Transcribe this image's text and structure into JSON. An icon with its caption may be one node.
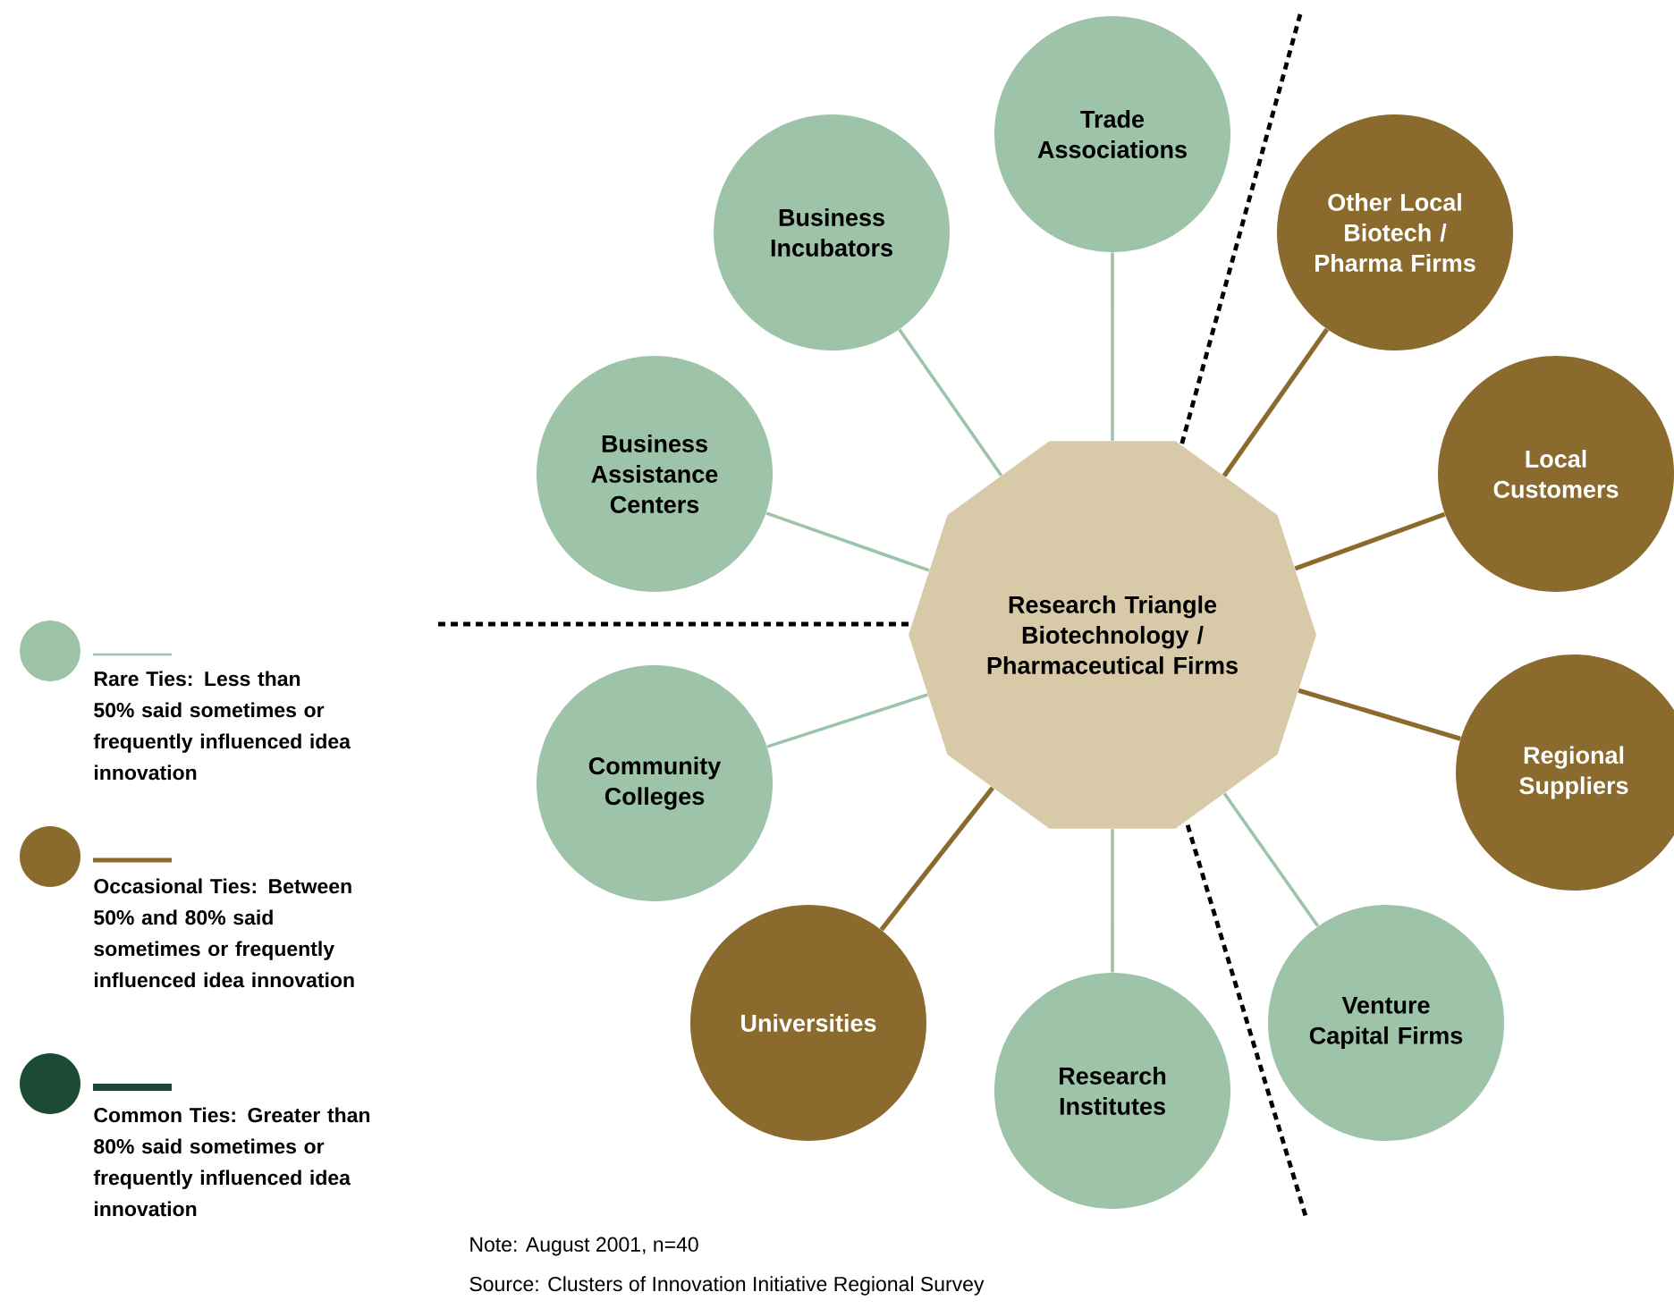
{
  "diagram": {
    "nodes": [
      {
        "text": [
          "Trade Associations"
        ]
      },
      {
        "text": [
          "Business Incubators"
        ]
      },
      {
        "text": [
          "Other Local Biotech / Pharma Firms"
        ]
      },
      {
        "text": [
          "Business Assistance Centers"
        ]
      },
      {
        "text": [
          "Local Customers"
        ]
      },
      {
        "text": [
          "Research Triangle Biotechnology / Pharmaceutical Firms"
        ]
      },
      {
        "text": [
          "Community Colleges"
        ]
      },
      {
        "text": [
          "Regional Suppliers"
        ]
      },
      {
        "text": [
          "Universities"
        ]
      },
      {
        "text": [
          "Venture Capital Firms"
        ]
      },
      {
        "text": [
          "Research Institutes"
        ]
      }
    ],
    "edges": [
      {
        "from": 5,
        "to": 0,
        "arrow": "none"
      },
      {
        "from": 5,
        "to": 1,
        "arrow": "none"
      },
      {
        "from": 5,
        "to": 2,
        "arrow": "none",
        "color": "#8b6a2e"
      },
      {
        "from": 5,
        "to": 3,
        "arrow": "none"
      },
      {
        "from": 5,
        "to": 4,
        "arrow": "none",
        "color": "#8b6a2e"
      },
      {
        "from": 5,
        "to": 6,
        "arrow": "none"
      },
      {
        "from": 5,
        "to": 7,
        "arrow": "none",
        "color": "#8b6a2e"
      },
      {
        "from": 5,
        "to": 8,
        "arrow": "none",
        "color": "#8b6a2e"
      },
      {
        "from": 5,
        "to": 9,
        "arrow": "none"
      },
      {
        "from": 5,
        "to": 10,
        "arrow": "none"
      }
    ],
    "labels": [
      "Note:  August 2001, n=40",
      "Source:  Clusters of Innovation Initiative Regional Survey"
    ],
    "legend": [
      {
        "text": "Rare Ties: Less than 50% said sometimes or frequently influenced idea innovation",
        "color": "#9dc3a8"
      },
      {
        "text": "Occasional Ties: Between 50% and 80% said sometimes or frequently influenced idea innovation",
        "color": "#8b6a2e"
      },
      {
        "text": "Common Ties: Greater than 80% said sometimes or frequently influenced idea innovation",
        "color": "#1c4a34"
      }
    ]
  }
}
